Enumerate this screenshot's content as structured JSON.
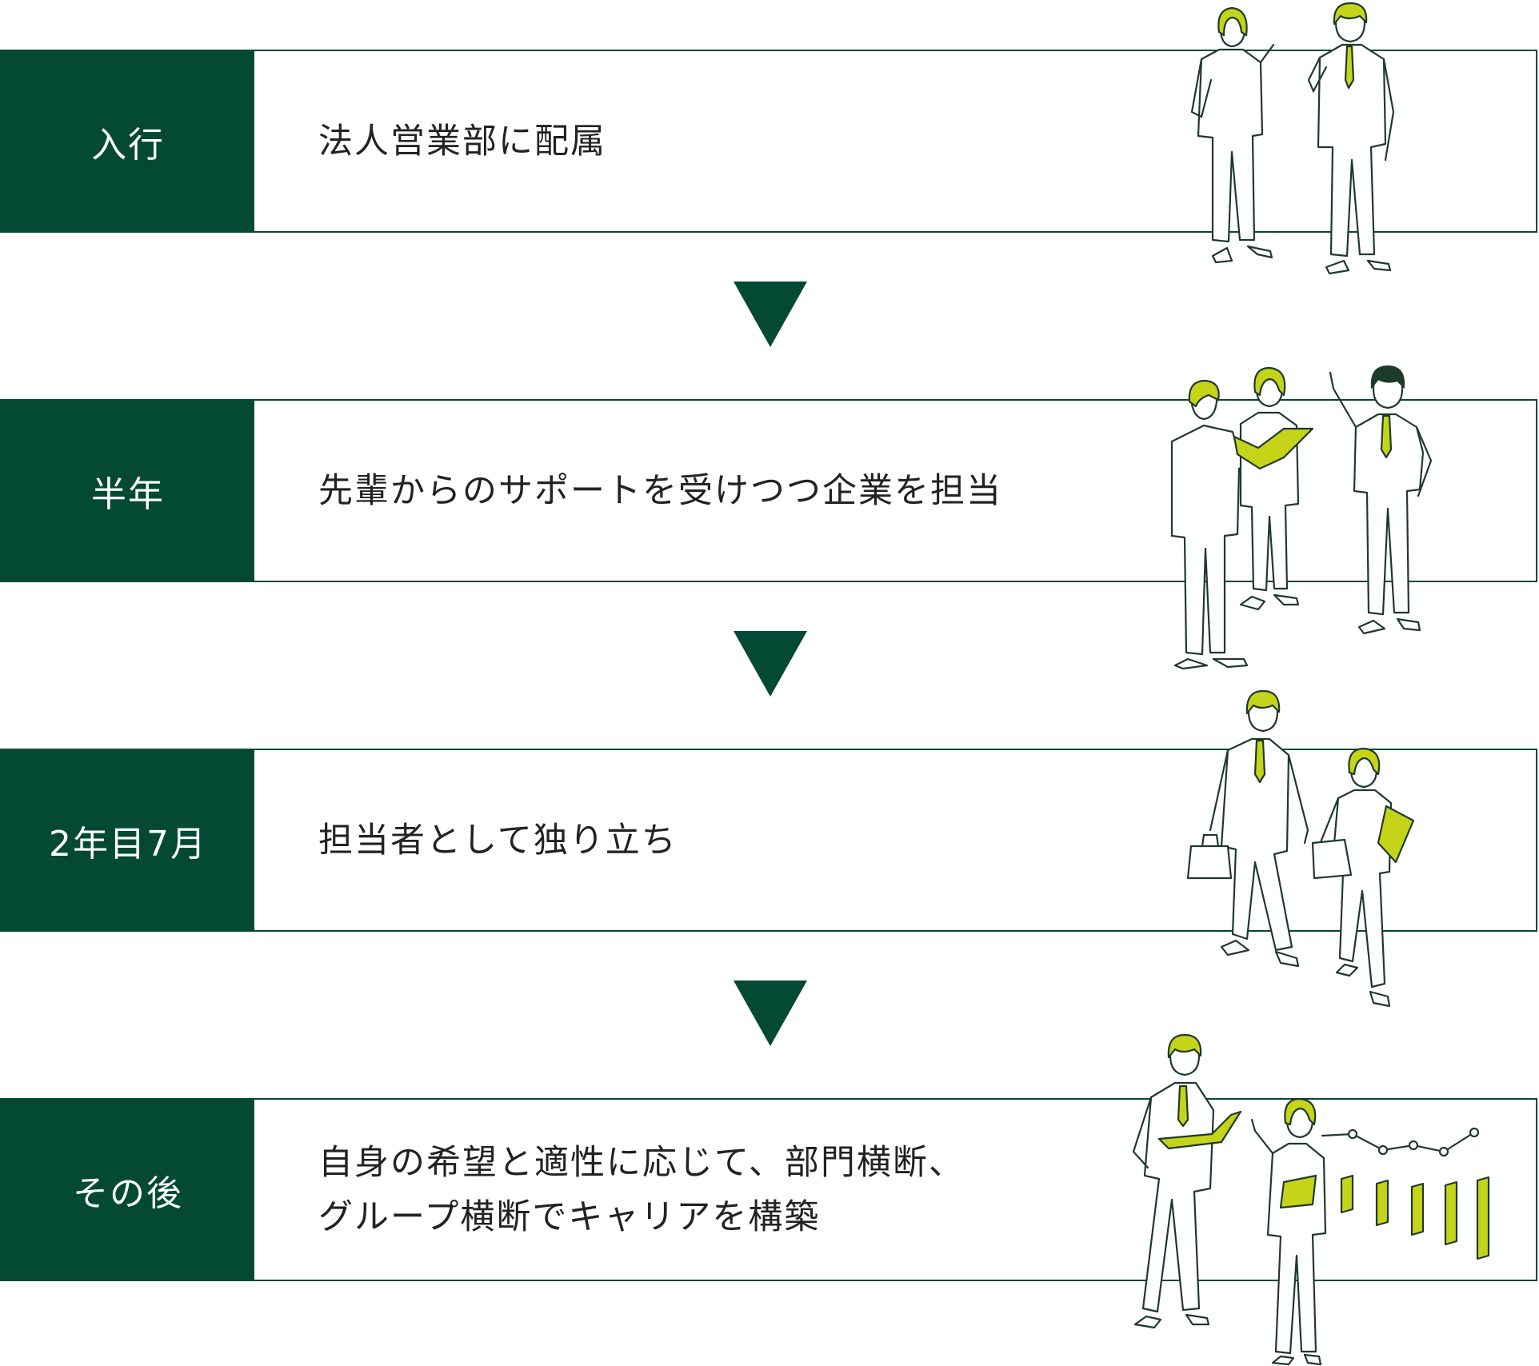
{
  "colors": {
    "primary": "#034933",
    "accent": "#c5d419",
    "line": "#1e3a2b",
    "text": "#222222"
  },
  "steps": [
    {
      "label": "入行",
      "lines": [
        "法人営業部に配属"
      ],
      "illustration": "two-people-standing-icon"
    },
    {
      "label": "半年",
      "lines": [
        "先輩からのサポートを受けつつ企業を担当"
      ],
      "illustration": "team-discussion-icon"
    },
    {
      "label": "2年目7月",
      "lines": [
        "担当者として独り立ち"
      ],
      "illustration": "walking-with-briefcase-icon"
    },
    {
      "label": "その後",
      "lines": [
        "自身の希望と適性に応じて、部門横断、",
        "グループ横断でキャリアを構築"
      ],
      "illustration": "presentation-chart-icon"
    }
  ]
}
